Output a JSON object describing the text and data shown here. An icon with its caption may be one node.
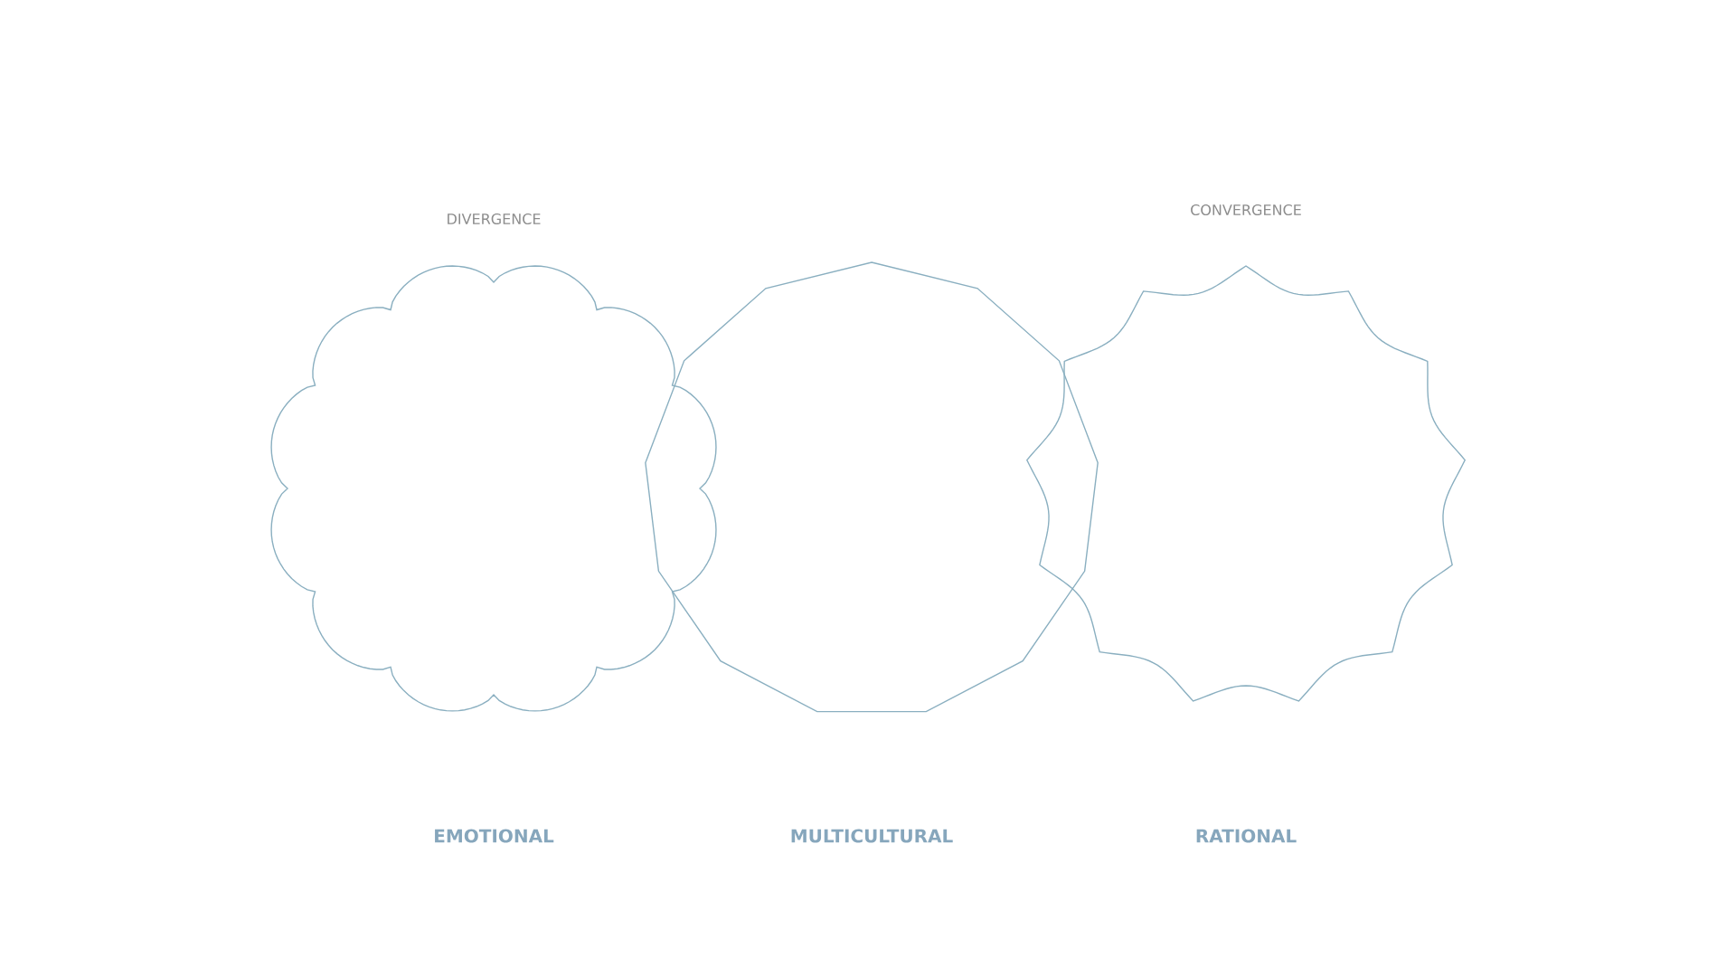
{
  "diagram": {
    "nodes": [
      {
        "text": [],
        "shape": "cloud",
        "beside": [
          "DIVERGENCE"
        ]
      },
      {
        "text": [],
        "shape": "polygon"
      },
      {
        "text": [],
        "shape": "star",
        "beside": [
          "CONVERGENCE"
        ]
      }
    ],
    "edges": [],
    "labels": [
      "EMOTIONAL",
      "MULTICULTURAL",
      "RATIONAL"
    ]
  }
}
